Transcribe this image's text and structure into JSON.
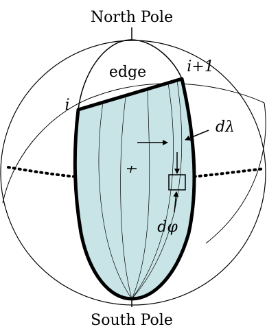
{
  "labels": {
    "north_pole": "North Pole",
    "south_pole": "South Pole",
    "edge": "edge",
    "vertex_i": "i",
    "vertex_i_plus_1": "i+1",
    "d_lambda": "dλ",
    "d_phi": "dφ"
  },
  "colors": {
    "cell_fill": "#c8e4e6",
    "line": "#000000"
  }
}
